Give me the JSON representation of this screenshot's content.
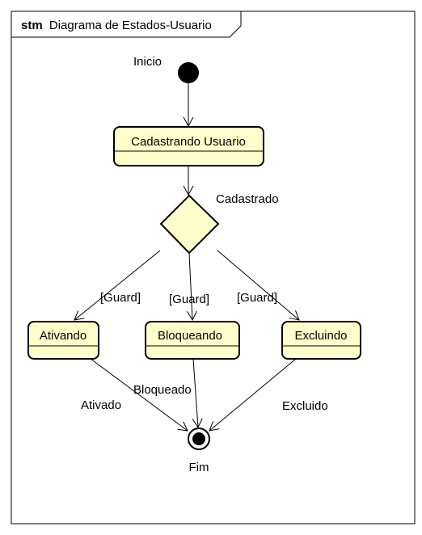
{
  "frame": {
    "keyword": "stm",
    "title": "Diagrama de Estados-Usuario"
  },
  "colors": {
    "state_fill": "#ffffcc",
    "stroke": "#000000",
    "background": "#ffffff"
  },
  "initial": {
    "label": "Inicio"
  },
  "final": {
    "label": "Fim"
  },
  "states": {
    "cadastrando": "Cadastrando Usuario",
    "ativando": "Ativando",
    "bloqueando": "Bloqueando",
    "excluindo": "Excluindo"
  },
  "decision": {
    "label": "Cadastrado"
  },
  "guards": {
    "left": "[Guard]",
    "middle": "[Guard]",
    "right": "[Guard]"
  },
  "transitions": {
    "ativado": "Ativado",
    "bloqueado": "Bloqueado",
    "excluido": "Excluido"
  }
}
